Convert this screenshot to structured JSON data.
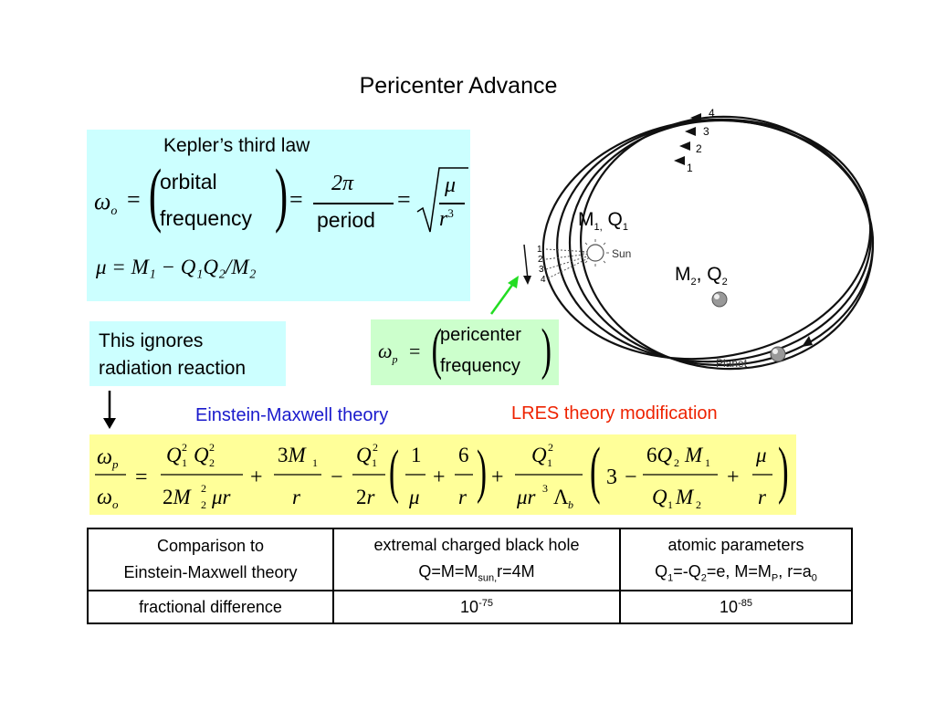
{
  "title": "Pericenter Advance",
  "kepler": {
    "heading": "Kepler’s third law",
    "omega_lhs": "ω",
    "omega_sub": "o",
    "orbital": "orbital",
    "frequency": "frequency",
    "two_pi": "2π",
    "period": "period",
    "mu": "μ",
    "r": "r",
    "r_exp": "3",
    "mu_def": "μ = M₁ − Q₁Q₂/M₂"
  },
  "ignores_note": {
    "line1": "This ignores",
    "line2": "radiation reaction"
  },
  "pericenter_eq": {
    "omega": "ω",
    "sub": "p",
    "top": "pericenter",
    "bottom": "frequency"
  },
  "labels": {
    "einstein_maxwell": "Einstein-Maxwell theory",
    "lres": "LRES theory modification"
  },
  "colors": {
    "einstein_maxwell": "#1a1acc",
    "lres": "#ee2200",
    "arrow_green": "#22dd22",
    "cyan_box": "#ccffff",
    "green_box": "#ccffcc",
    "yellow_box": "#ffff99"
  },
  "diagram": {
    "orbit_numbers": [
      "4",
      "3",
      "2",
      "1"
    ],
    "start_numbers": [
      "1",
      "2",
      "3",
      "4"
    ],
    "sun_label": "Sun",
    "planet_label": "Planet",
    "m1_label": "M",
    "m1_sub": "1,",
    "q1_label": "Q",
    "q1_sub": "1",
    "m2_label": "M",
    "m2_sub": "2",
    "q2_label": "Q",
    "q2_sub": "2"
  },
  "table": {
    "row1": {
      "col1_line1": "Comparison to",
      "col1_line2": "Einstein-Maxwell theory",
      "col2_line1": "extremal charged black hole",
      "col2_line2_a": "Q=M=M",
      "col2_line2_sub": "sun,",
      "col2_line2_b": "r=4M",
      "col3_line1": "atomic parameters",
      "col3_line2_a": "Q",
      "col3_line2_s1": "1",
      "col3_line2_b": "=-Q",
      "col3_line2_s2": "2",
      "col3_line2_c": "=e, M=M",
      "col3_line2_s3": "P",
      "col3_line2_d": ", r=a",
      "col3_line2_s4": "0"
    },
    "row2": {
      "col1": "fractional difference",
      "col2_base": "10",
      "col2_exp": "-75",
      "col3_base": "10",
      "col3_exp": "-85"
    }
  }
}
